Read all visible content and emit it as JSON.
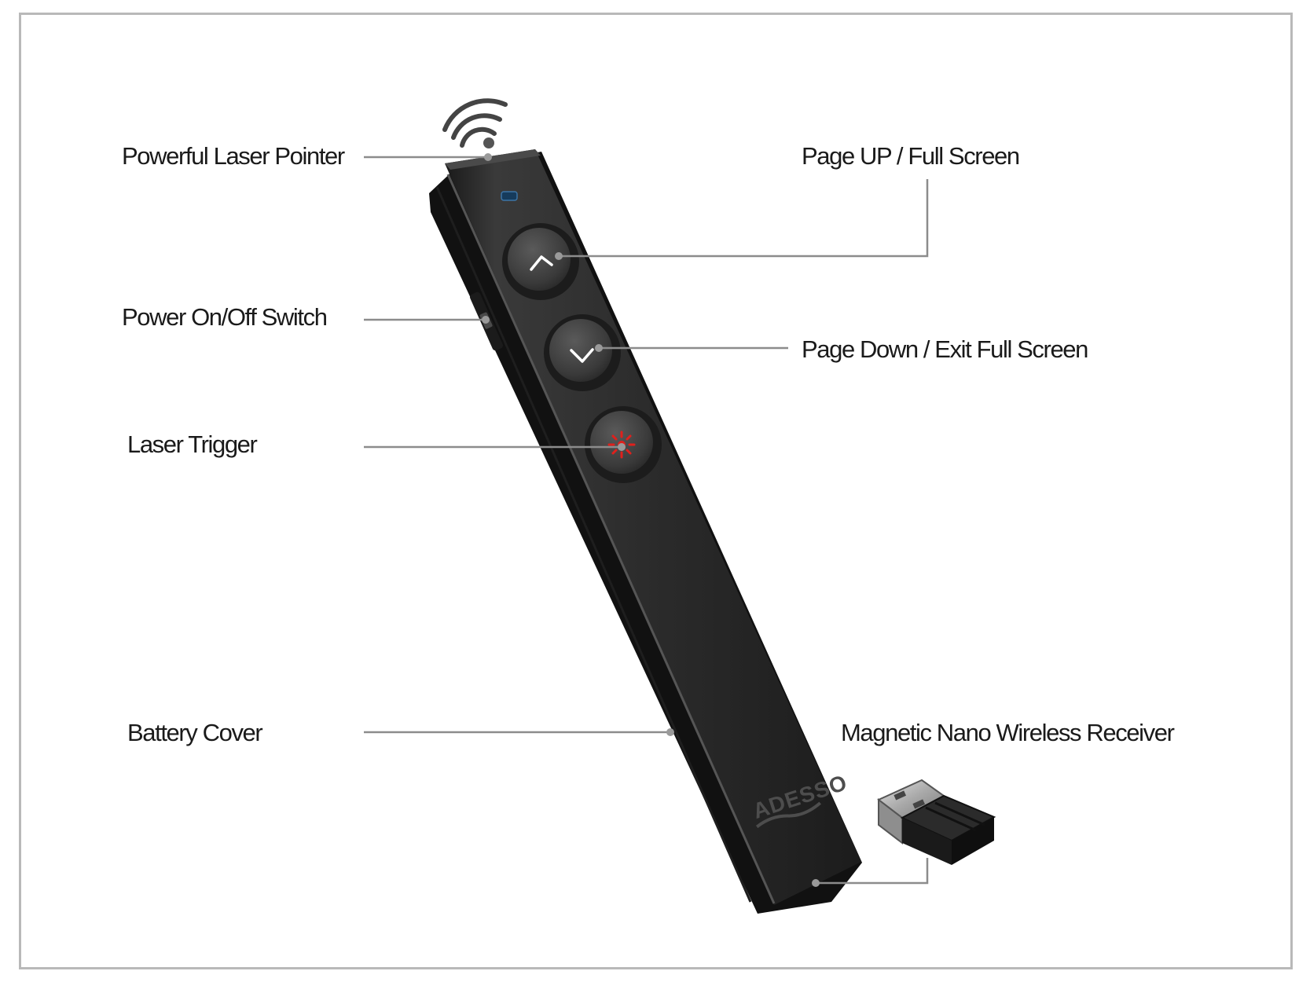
{
  "labels": {
    "laser_pointer": "Powerful Laser Pointer",
    "power_switch": "Power On/Off Switch",
    "laser_trigger": "Laser Trigger",
    "battery_cover": "Battery Cover",
    "page_up": "Page UP / Full Screen",
    "page_down": "Page Down / Exit Full Screen",
    "receiver": "Magnetic Nano Wireless Receiver"
  },
  "device": {
    "brand_logo": "ADESSO",
    "icons": [
      "wireless-signal-icon",
      "chevron-up-icon",
      "chevron-down-icon",
      "laser-burst-icon"
    ]
  },
  "colors": {
    "frame_border": "#b9b9b9",
    "leader_line": "#8c8c8c",
    "device_body": "#2a2a2a",
    "laser_red": "#e0201c",
    "label_text": "#1a1a1a"
  }
}
